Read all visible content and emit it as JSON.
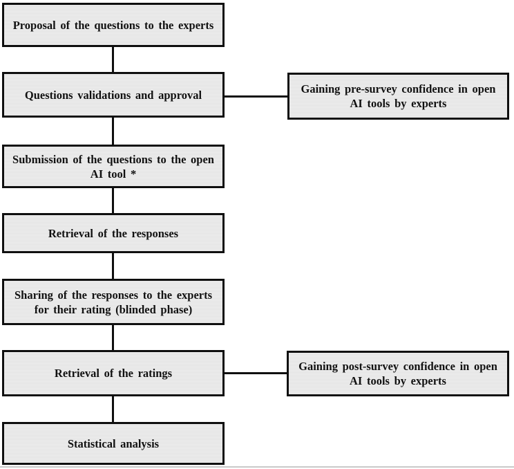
{
  "diagram": {
    "type": "flowchart",
    "description": "Study workflow of expert evaluation of open AI tool responses",
    "colors": {
      "box_fill": "#e7e7e7",
      "box_border": "#0f0f0f",
      "connector": "#0f0f0f",
      "background": "#ffffff",
      "text": "#111111"
    },
    "flow_boxes": [
      {
        "label": "Proposal of the questions to the experts"
      },
      {
        "label": "Questions validations and approval"
      },
      {
        "label": "Submission of the questions to the open AI tool *"
      },
      {
        "label": "Retrieval of the responses"
      },
      {
        "label": "Sharing of the responses to the experts for their rating (blinded phase)"
      },
      {
        "label": "Retrieval of the ratings"
      },
      {
        "label": "Statistical analysis"
      }
    ],
    "side_boxes": [
      {
        "label": "Gaining pre-survey confidence in open AI tools by experts",
        "attached_to": "Questions validations and approval"
      },
      {
        "label": "Gaining post-survey confidence in open AI tools by experts",
        "attached_to": "Retrieval of the ratings"
      }
    ]
  }
}
